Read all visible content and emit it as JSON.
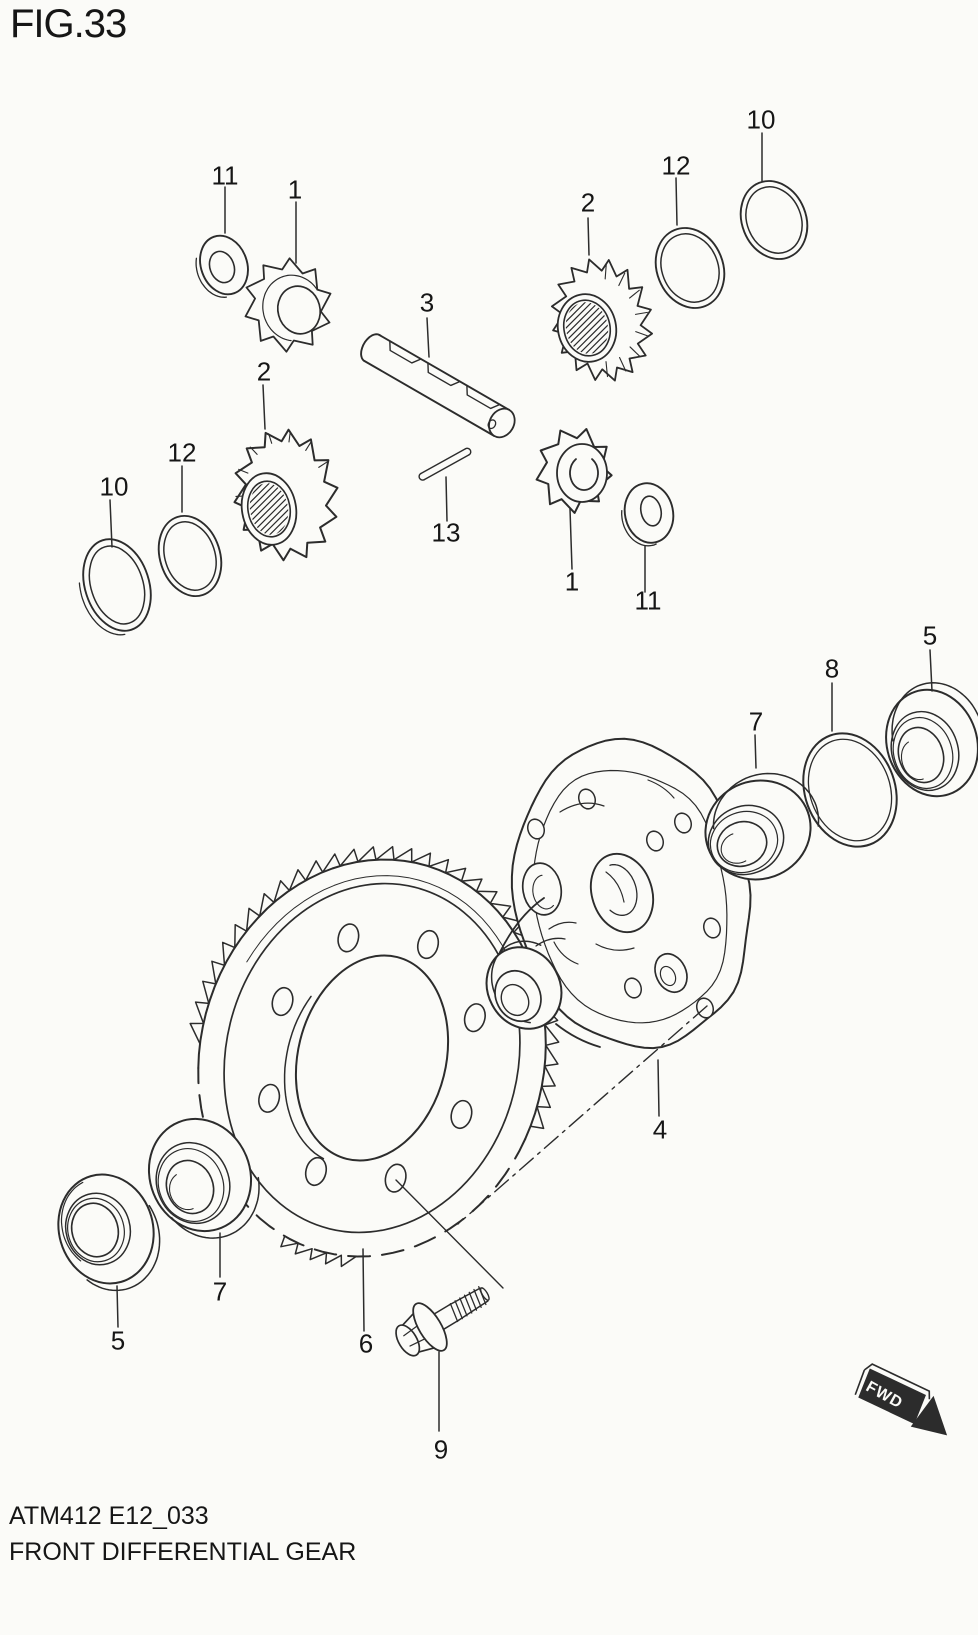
{
  "figure": {
    "title": "FIG.33"
  },
  "footer": {
    "code": "ATM412 E12_033",
    "caption": "FRONT DIFFERENTIAL GEAR"
  },
  "fwd_marker": "FWD",
  "colors": {
    "background": "#fbfbf8",
    "line": "#2c2c2c",
    "text": "#161616"
  },
  "callouts": [
    {
      "text": "11"
    },
    {
      "text": "1"
    },
    {
      "text": "3"
    },
    {
      "text": "2"
    },
    {
      "text": "12"
    },
    {
      "text": "10"
    },
    {
      "text": "2"
    },
    {
      "text": "12"
    },
    {
      "text": "10"
    },
    {
      "text": "13"
    },
    {
      "text": "1"
    },
    {
      "text": "11"
    },
    {
      "text": "7"
    },
    {
      "text": "8"
    },
    {
      "text": "5"
    },
    {
      "text": "4"
    },
    {
      "text": "7"
    },
    {
      "text": "5"
    },
    {
      "text": "6"
    },
    {
      "text": "9"
    }
  ]
}
